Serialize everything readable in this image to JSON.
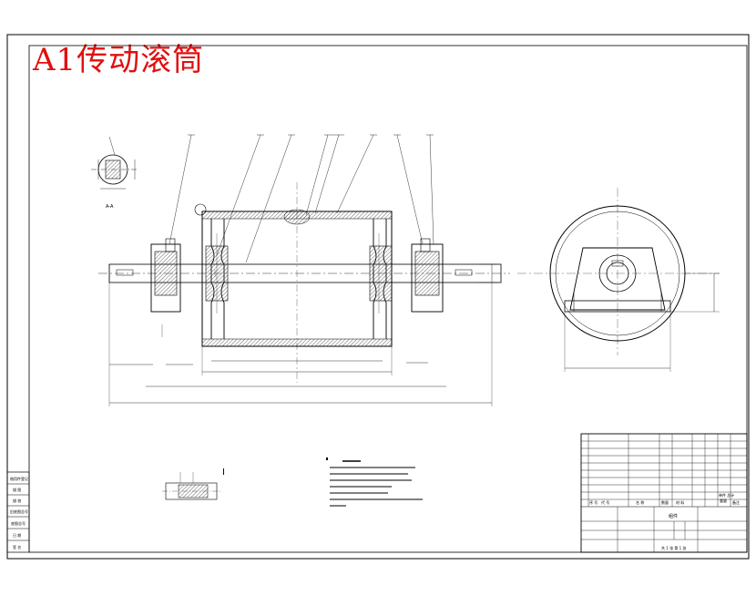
{
  "drawing_title": "A1传动滚筒",
  "section_label": "A-A",
  "detail_label": "I",
  "title_block": {
    "part_name_cell": "组件",
    "sheet_info": "共 1 张 第 1 张",
    "header_row": [
      "序 号",
      "代 号",
      "名 称",
      "数量",
      "材 料",
      "单件 总计",
      "重量",
      "备注"
    ]
  },
  "left_strip": [
    "借用件登记",
    "描 图",
    "描 校",
    "旧底图总号",
    "底图总号",
    "日 期",
    "签 名"
  ],
  "colors": {
    "stroke": "#000000",
    "title": "#e01010",
    "hatch": "#6a6a6a"
  }
}
